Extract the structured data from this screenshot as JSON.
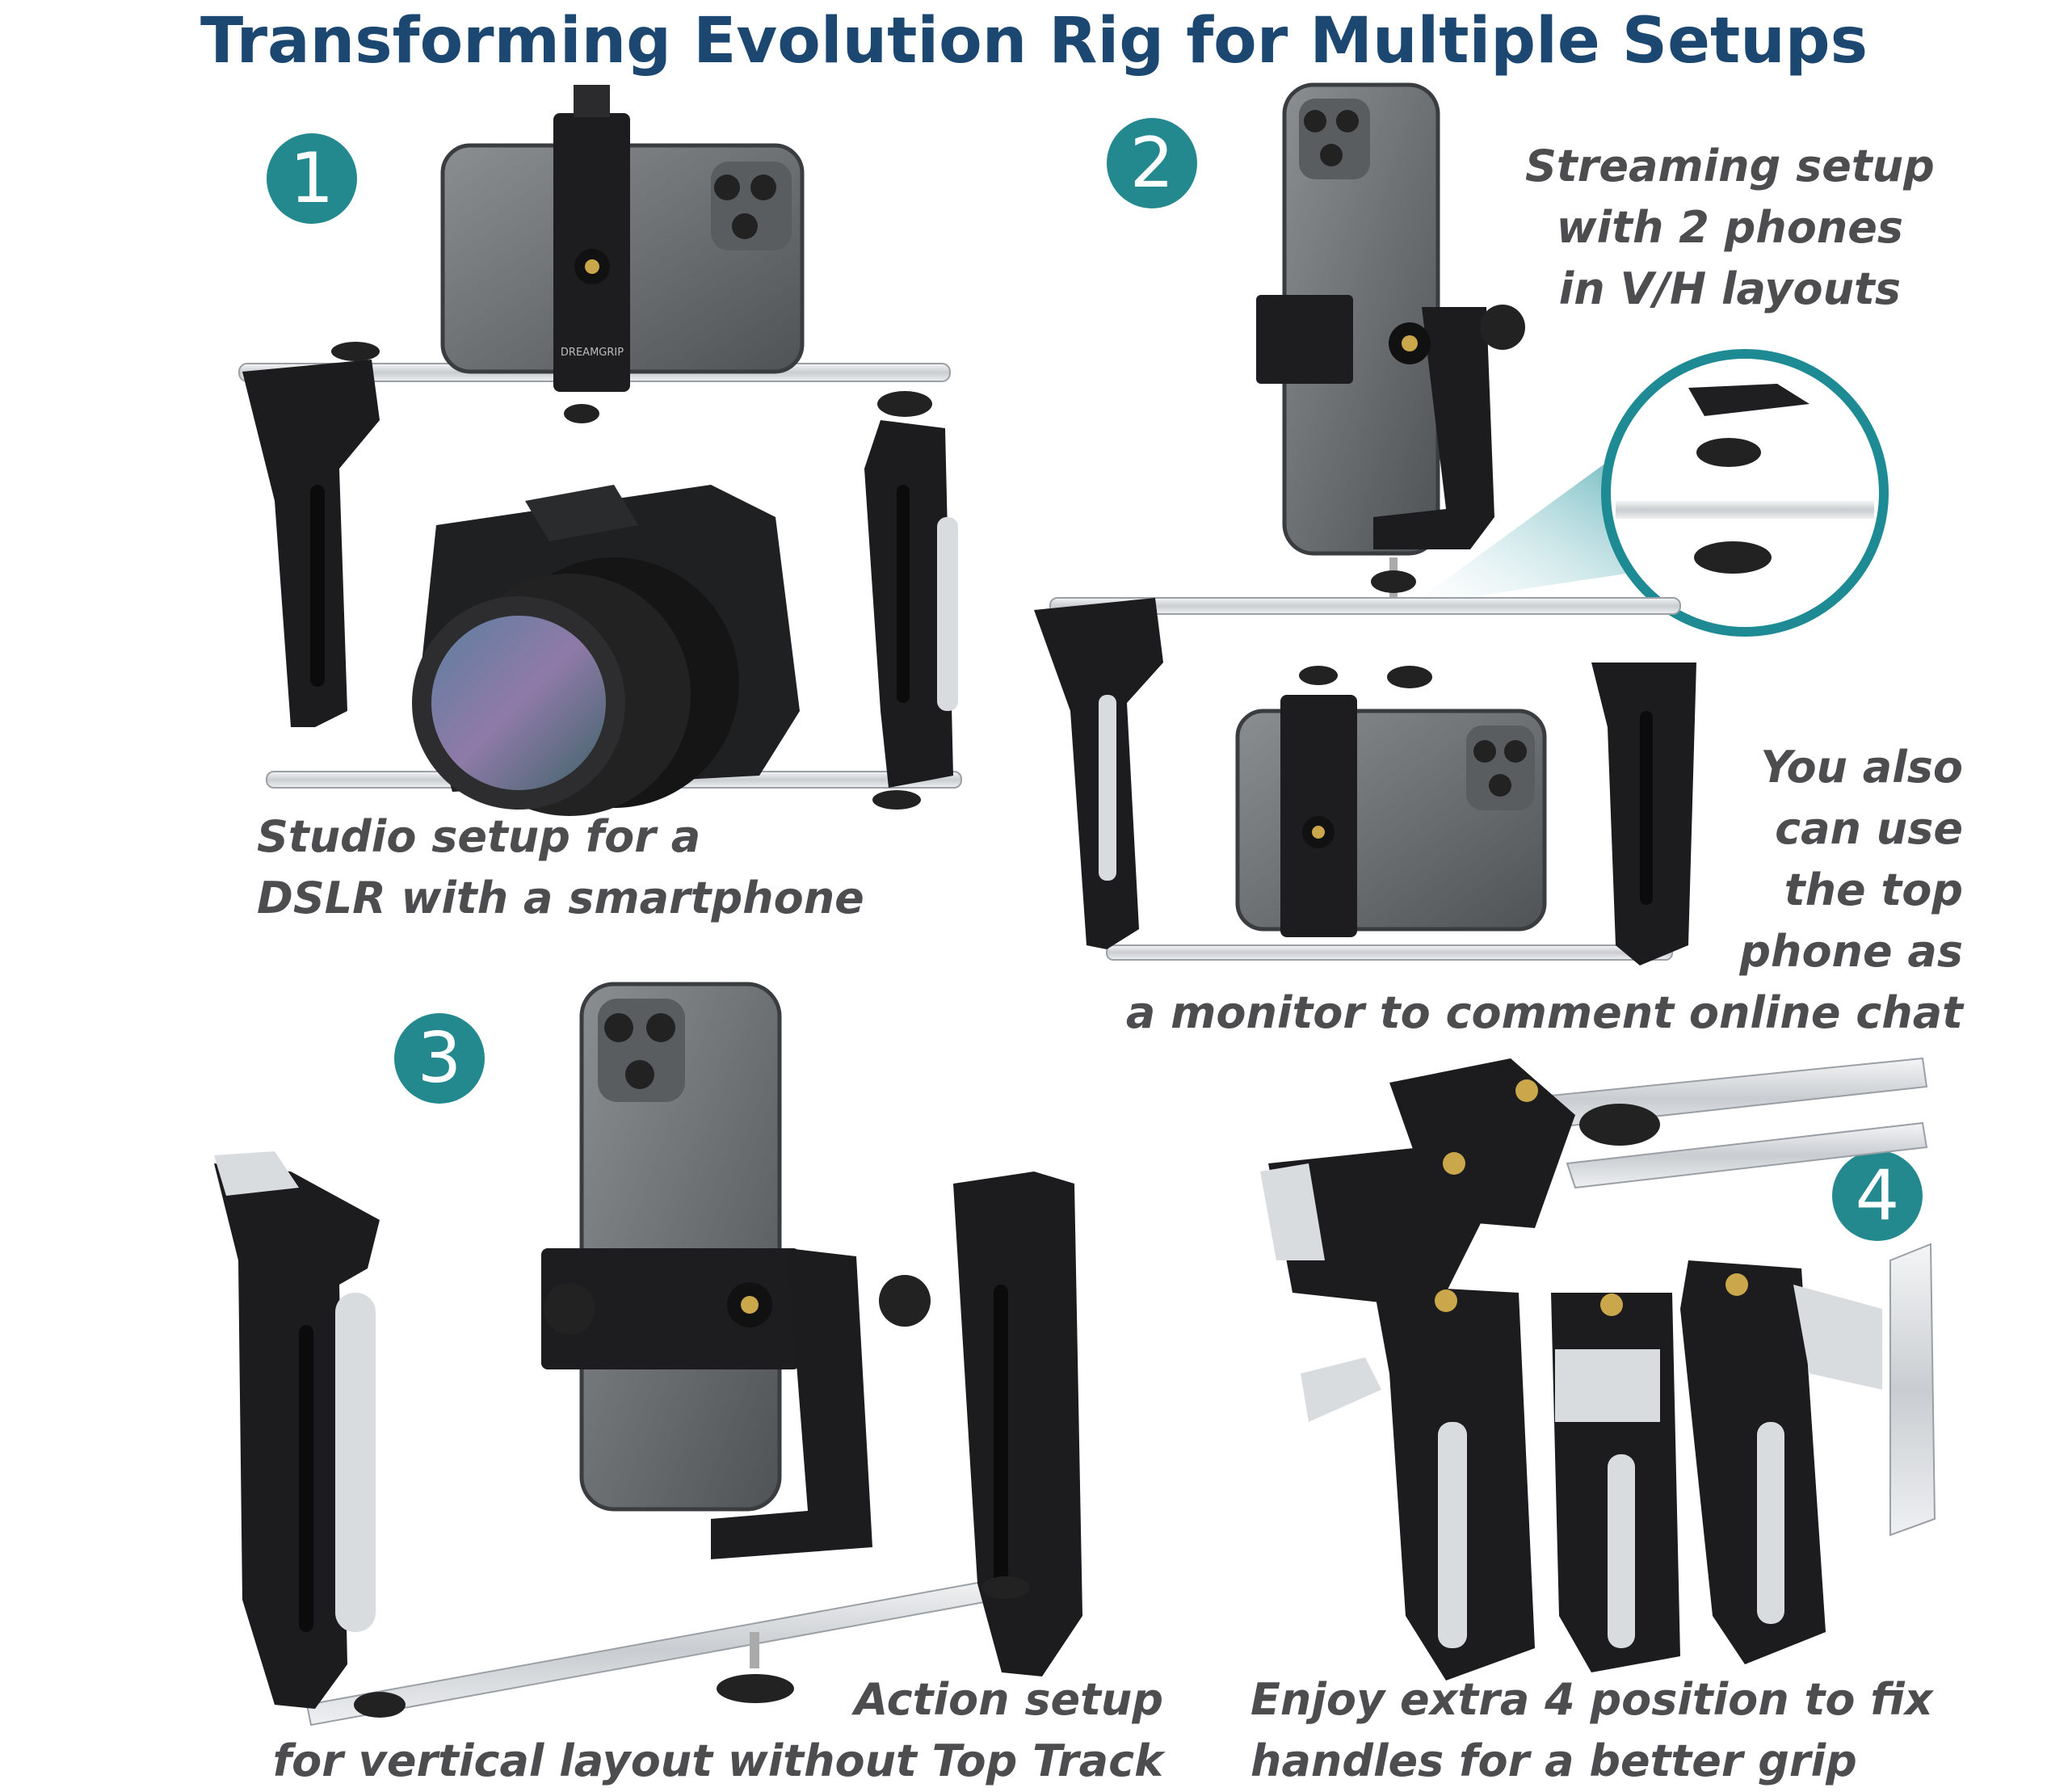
{
  "title": "Transforming Evolution Rig for Multiple Setups",
  "steps": [
    "1",
    "2",
    "3",
    "4"
  ],
  "captions": {
    "c1": [
      "Studio setup for a",
      "DSLR with a smartphone"
    ],
    "c2": [
      "Streaming setup",
      "with 2 phones",
      "in V/H layouts"
    ],
    "c2b": [
      "You also",
      "can use",
      "the top",
      "phone as",
      "a monitor to comment online chat"
    ],
    "c3": [
      "Action setup",
      "for vertical layout without Top Track"
    ],
    "c4": [
      "Enjoy extra 4 position to fix",
      "handles for a better grip"
    ]
  },
  "brand": "DREAMGRIP",
  "colors": {
    "title": "#1b4771",
    "badge": "#24888f",
    "caption": "#4d4d4f",
    "grip": "#1c1c1e",
    "rail": "#d9dcdf",
    "phone": "#6d7174"
  },
  "icons": [
    "phone-icon",
    "camera-icon",
    "grip-handle-icon",
    "rail-icon",
    "knob-icon",
    "zoom-lens-icon"
  ]
}
